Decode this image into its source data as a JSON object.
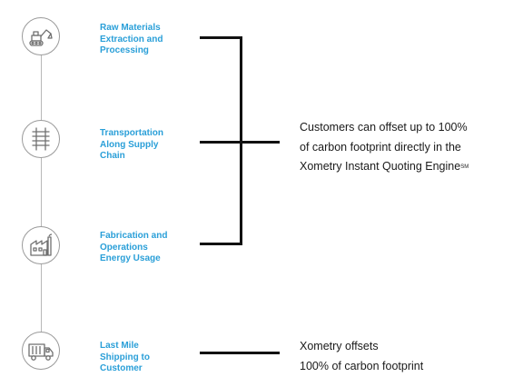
{
  "stages": [
    {
      "icon": "excavator-icon",
      "label_lines": [
        "Raw Materials",
        "Extraction and",
        "Processing"
      ]
    },
    {
      "icon": "railroad-track-icon",
      "label_lines": [
        "Transportation",
        "Along Supply",
        "Chain"
      ]
    },
    {
      "icon": "factory-icon",
      "label_lines": [
        "Fabrication and",
        "Operations",
        "Energy Usage"
      ]
    },
    {
      "icon": "delivery-truck-icon",
      "label_lines": [
        "Last Mile",
        "Shipping to",
        "Customer"
      ]
    }
  ],
  "notes": {
    "customer_offset": {
      "lines": [
        "Customers can offset up to 100%",
        "of carbon footprint directly in the",
        "Xometry Instant Quoting Engine"
      ],
      "service_mark": "SM"
    },
    "xometry_offset": {
      "lines": [
        "Xometry offsets",
        "100% of carbon footprint"
      ]
    }
  },
  "colors": {
    "label_blue": "#2a9fd8",
    "bracket_black": "#111111",
    "icon_gray": "#6f6f6f",
    "ring_gray": "#9a9a9a"
  }
}
